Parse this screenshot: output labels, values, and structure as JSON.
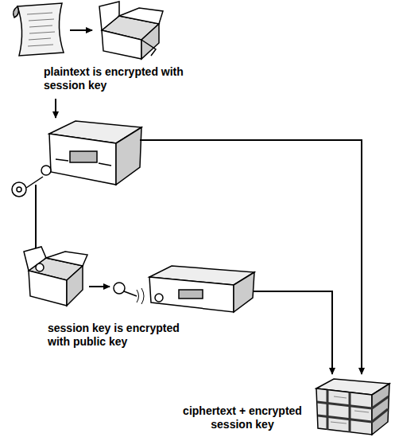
{
  "diagram": {
    "labels": [
      "plaintext is encrypted with session key",
      "session key is encrypted with public key",
      "ciphertext + encrypted session key"
    ]
  }
}
